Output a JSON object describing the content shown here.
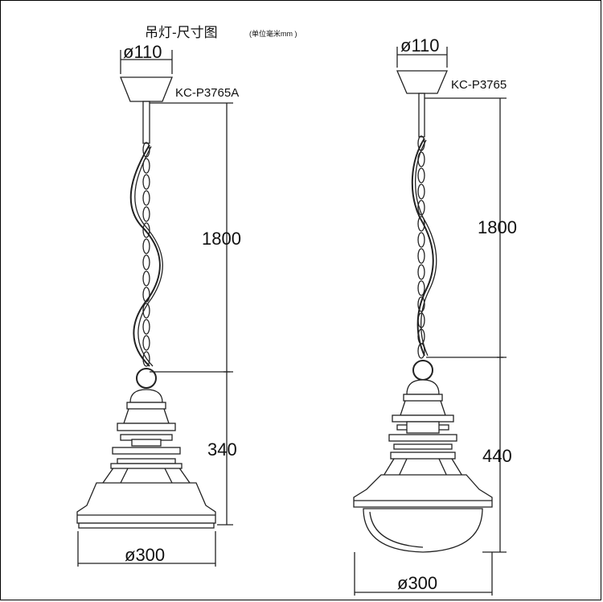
{
  "title": {
    "main": "吊灯-尺寸图",
    "unit": "(单位毫米mm )"
  },
  "lamp_a": {
    "model": "KC-P3765A",
    "canopy_dia": "ø110",
    "chain_length": "1800",
    "body_height": "340",
    "shade_dia": "ø300"
  },
  "lamp_b": {
    "model": "KC-P3765",
    "canopy_dia": "ø110",
    "chain_length": "1800",
    "body_height": "440",
    "shade_dia": "ø300"
  }
}
